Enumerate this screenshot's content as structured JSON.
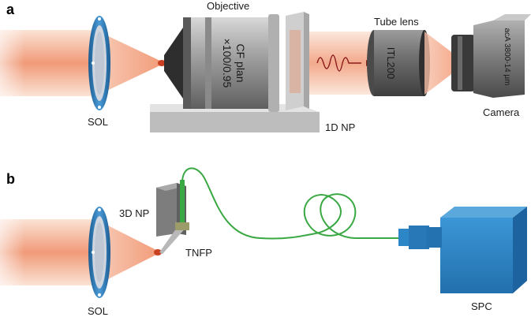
{
  "panels": {
    "a": {
      "letter": "a",
      "objective_label": "Objective",
      "objective_text_1": "CF plan",
      "objective_text_2": "×100/0.95",
      "tube_lens_label": "Tube lens",
      "tube_lens_text": "ITL200",
      "camera_text": "acA 3800-14 µm",
      "camera_label": "Camera",
      "sol_label": "SOL",
      "stage_label": "1D NP"
    },
    "b": {
      "letter": "b",
      "stage_label": "3D NP",
      "probe_label": "TNFP",
      "sol_label": "SOL",
      "detector_label": "SPC"
    }
  },
  "colors": {
    "beam": "#f0a483",
    "ring": "#2a78b5",
    "objective_body": "#9a9a9a",
    "tube_lens": "#6d6d6d",
    "fiber": "#3aa843",
    "spc": "#2d86c6",
    "stage": "#cfcfcf"
  },
  "icons": {
    "signal": "wave-arrow-icon",
    "sol": "ring-lens-icon",
    "camera": "camera-icon",
    "detector": "box-detector-icon"
  }
}
